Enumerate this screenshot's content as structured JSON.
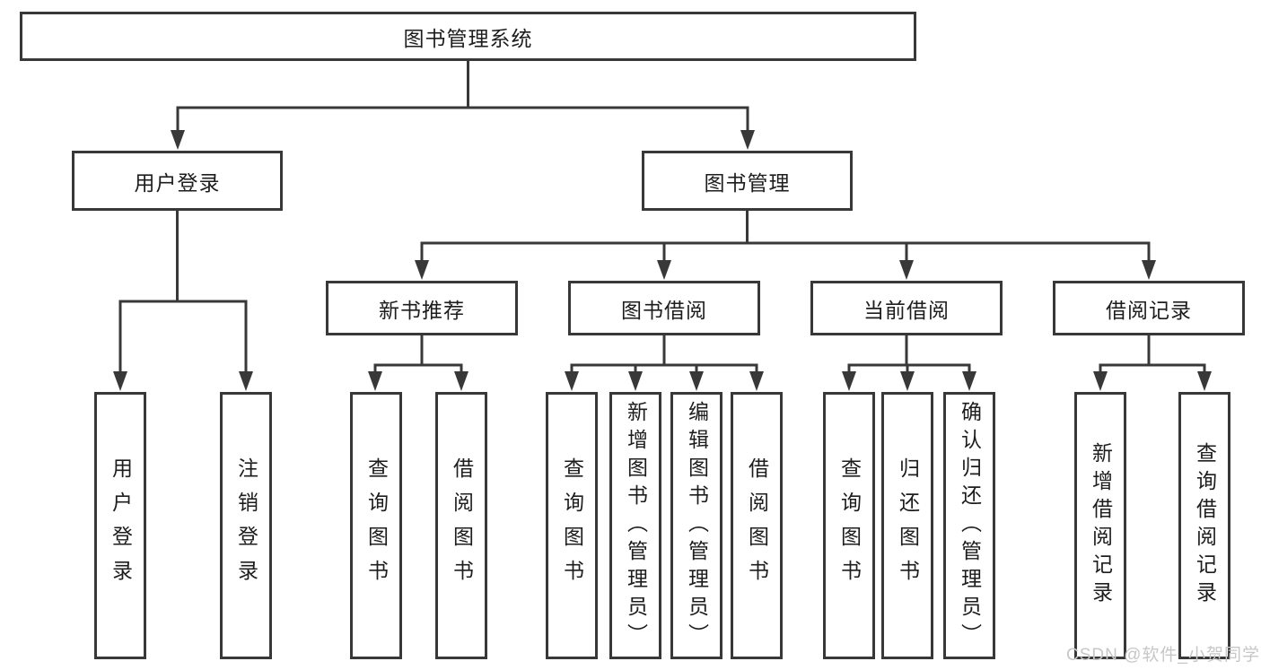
{
  "colors": {
    "line": "#383838",
    "text": "#1d1d1d",
    "watermark": "#c7c7c7",
    "background": "#ffffff"
  },
  "watermark": "CSDN @软件_小贺同学",
  "tree": {
    "root": "图书管理系统",
    "user_login": "用户登录",
    "book_management": "图书管理",
    "new_book_recommend": "新书推荐",
    "book_borrow": "图书借阅",
    "current_borrow": "当前借阅",
    "borrow_records": "借阅记录",
    "leaves": {
      "user_login": [
        "用户登录",
        "注销登录"
      ],
      "new_book_recommend": [
        "查询图书",
        "借阅图书"
      ],
      "book_borrow": [
        "查询图书",
        "新增图书（管理员）",
        "编辑图书（管理员）",
        "借阅图书"
      ],
      "current_borrow": [
        "查询图书",
        "归还图书",
        "确认归还（管理员）"
      ],
      "borrow_records": [
        "新增借阅记录",
        "查询借阅记录"
      ]
    }
  }
}
